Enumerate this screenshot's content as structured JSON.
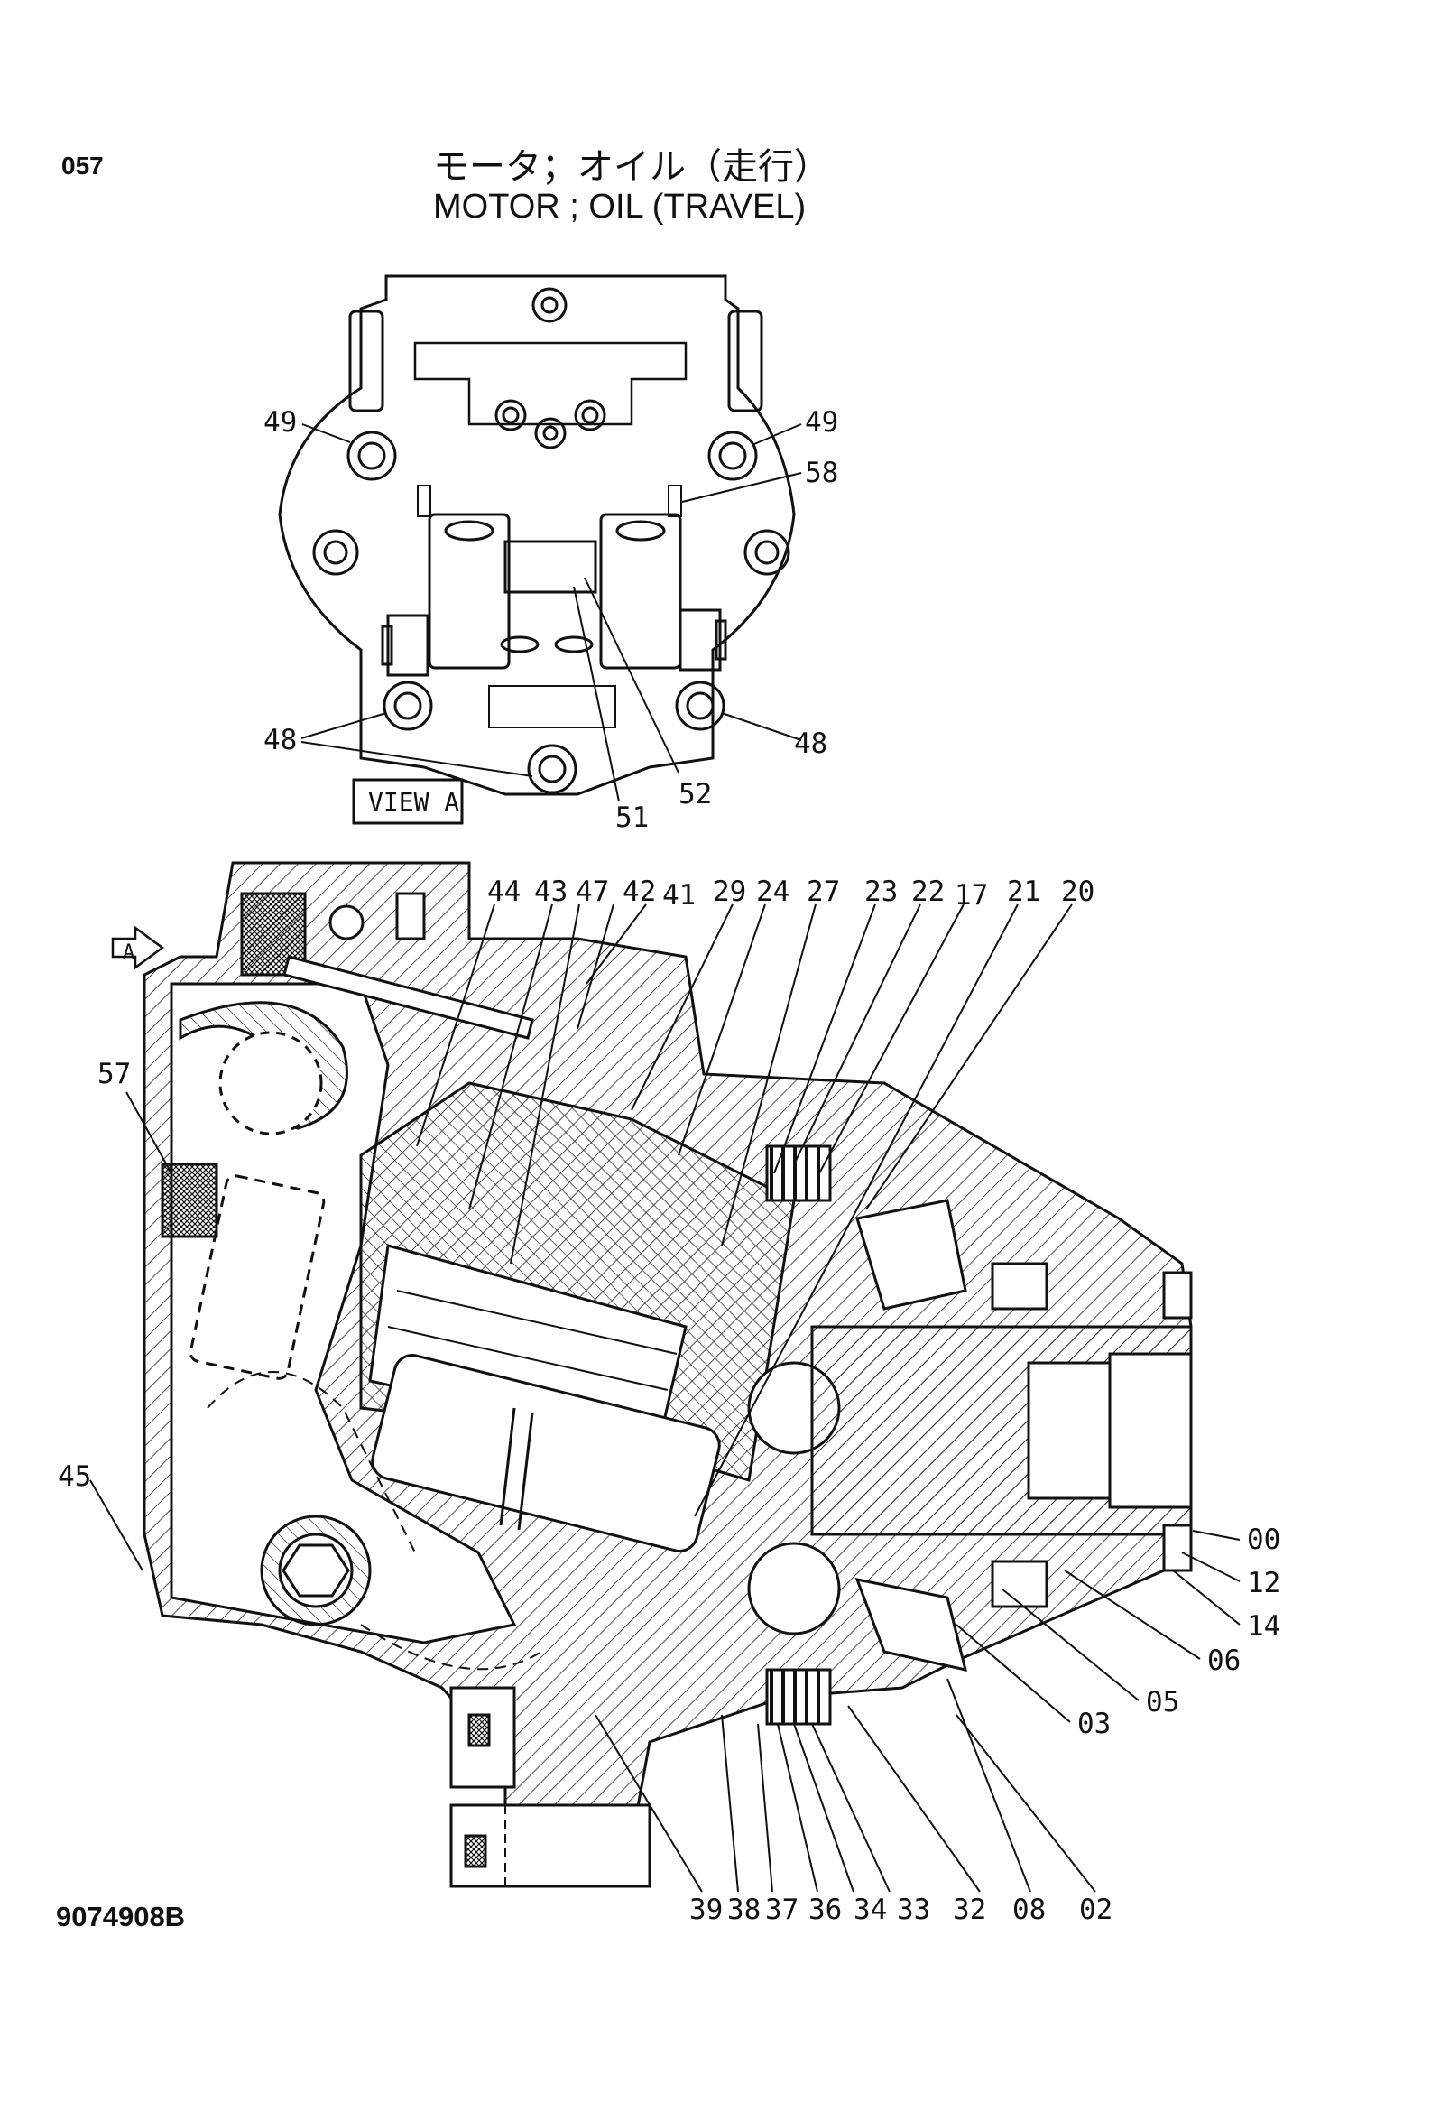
{
  "header": {
    "page_code": "057",
    "title_jp": "モータ；オイル（走行）",
    "title_en": "MOTOR ; OIL (TRAVEL)"
  },
  "footer": {
    "drawing_number": "9074908B"
  },
  "view_a": {
    "label": "VIEW A",
    "callouts": [
      "49",
      "49",
      "58",
      "48",
      "48",
      "51",
      "52"
    ]
  },
  "section": {
    "arrow_label": "A",
    "callouts_top": [
      "44",
      "43",
      "47",
      "42",
      "41",
      "29",
      "24",
      "27",
      "23",
      "22",
      "17",
      "21",
      "20"
    ],
    "callouts_left": [
      "57",
      "45"
    ],
    "callouts_right": [
      "00",
      "12",
      "14",
      "06",
      "05",
      "03"
    ],
    "callouts_bottom": [
      "39",
      "38",
      "37",
      "36",
      "34",
      "33",
      "32",
      "08",
      "02"
    ]
  }
}
